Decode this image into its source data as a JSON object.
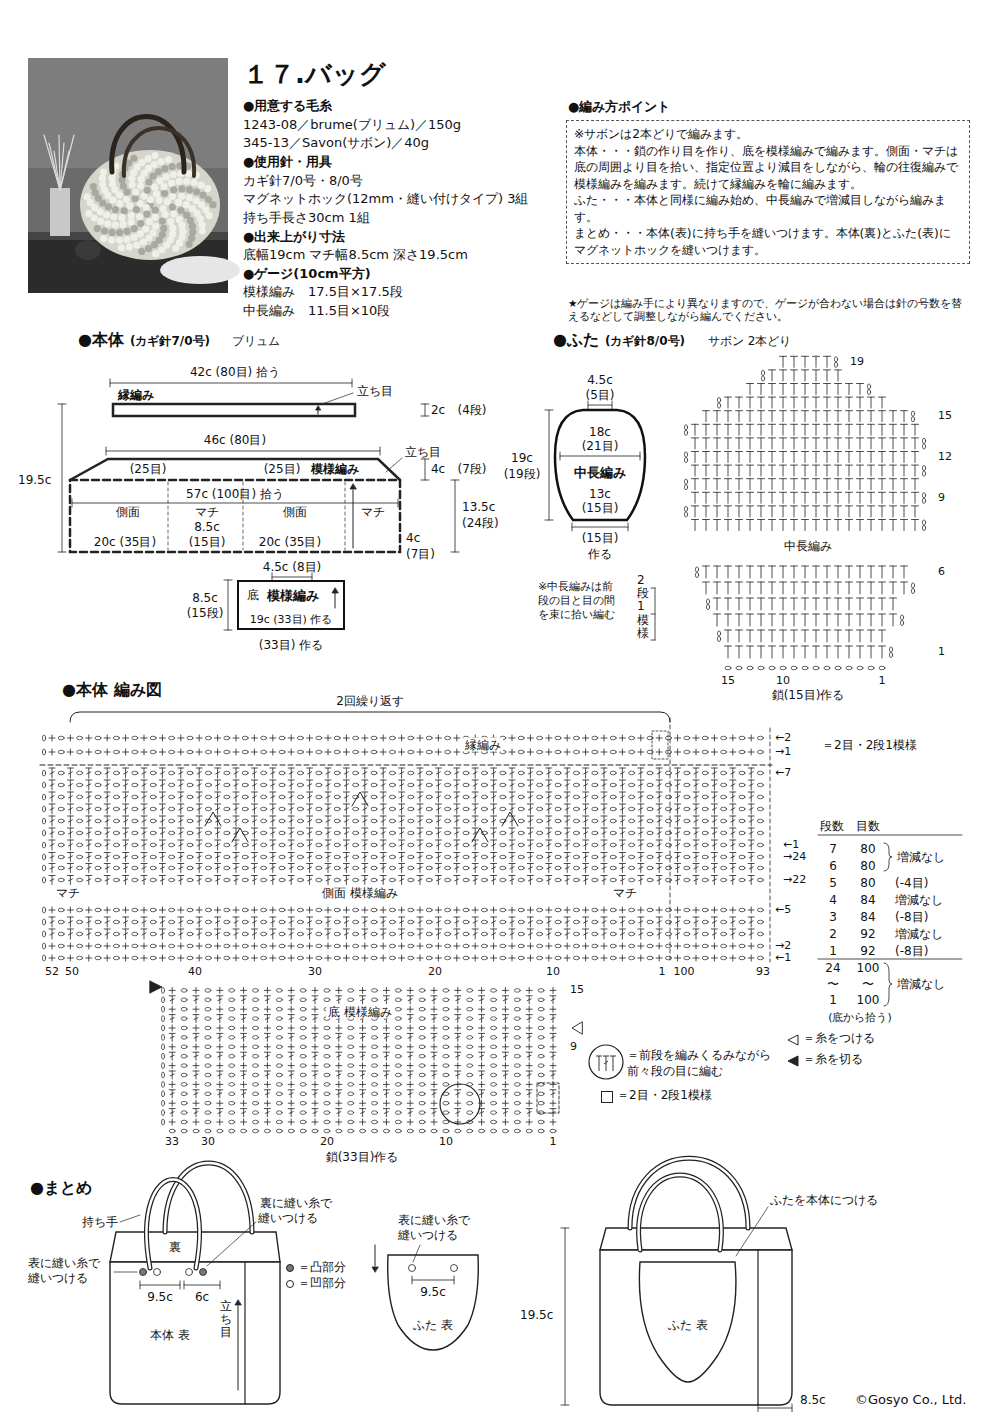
{
  "diagram": {
    "title": "１７.バッグ",
    "nodes": [
      {
        "text": [
          "●編み方ポイント",
          "※サボンは2本どりで編みます。",
          "本体・・・鎖の作り目を作り、底を模様編みで編みます。側面・マチは底の周囲より目を拾い、指定位置より減目をしながら、輪の往復編みで模様編みを編みます。続けて縁編みを輪に編みます。",
          "ふた・・・本体と同様に編み始め、中長編みで増減目しながら編みます。",
          "まとめ・・・本体(表)に持ち手を縫いつけます。本体(裏)とふた(表)にマグネットホックを縫いつけます。"
        ]
      },
      {
        "text": [
          "底",
          "模様編み"
        ]
      },
      {
        "text": [
          "中長編み"
        ]
      }
    ],
    "labels": [
      "●用意する毛糸",
      "1243-08／brume(ブリュム)／150g",
      "345-13／Savon(サボン)／40g",
      "●使用針・用具",
      "カギ針7/0号・8/0号",
      "マグネットホック(12mm・縫い付けタイプ) 3組",
      "持ち手長さ30cm 1組",
      "●出来上がり寸法",
      "底幅19cm マチ幅8.5cm 深さ19.5cm",
      "●ゲージ(10cm平方)",
      "模様編み　17.5目×17.5段",
      "中長編み　11.5目×10段",
      "★ゲージは編み手により異なりますので、ゲージが合わない場合は針の号数を替えるなどして調整しながら編んでください。",
      "●本体",
      "(カギ針7/0号)",
      "ブリュム",
      "42c (80目) 拾う",
      "縁編み",
      "立ち目",
      "2c",
      "(4段)",
      "46c (80目)",
      "立ち目",
      "(25目)",
      "(25目)",
      "模様編み",
      "4c",
      "(7段)",
      "19.5c",
      "57c (100目) 拾う",
      "13.5c",
      "(24段)",
      "側面",
      "マチ",
      "側面",
      "マチ",
      "8.5c",
      "(15目)",
      "20c (35目)",
      "20c (35目)",
      "4c",
      "(7目)",
      "4.5c (8目)",
      "8.5c",
      "(15段)",
      "19c (33目) 作る",
      "(33目) 作る",
      "●ふた",
      "(カギ針8/0号)",
      "サボン 2本どり",
      "4.5c",
      "(5目)",
      "19c",
      "(19段)",
      "18c",
      "(21目)",
      "13c",
      "(15目)",
      "(15目)",
      "作る",
      "※中長編みは前段の目と目の間を束に拾い編む",
      "2段1模様",
      "19",
      "15",
      "12",
      "9",
      "6",
      "1",
      "中長編み",
      "15",
      "10",
      "1",
      "鎖(15目)作る",
      "●本体 編み図",
      "2回繰り返す",
      "縁編み",
      "←2",
      "→1",
      "＝2目・2段1模様",
      "←7",
      "←1",
      "→24",
      "→22",
      "マチ",
      "側面 模様編み",
      "マチ",
      "←5",
      "→2",
      "←1",
      "52",
      "50",
      "40",
      "30",
      "20",
      "10",
      "1",
      "100",
      "93",
      "15",
      "底 模様編み",
      "9",
      "33",
      "30",
      "20",
      "10",
      "1",
      "鎖(33目)作る",
      "段数",
      "目数",
      "7",
      "80",
      "6",
      "80",
      "増減なし",
      "5",
      "80",
      "(-4目)",
      "4",
      "84",
      "増減なし",
      "3",
      "84",
      "(-8目)",
      "2",
      "92",
      "増減なし",
      "1",
      "92",
      "(-8目)",
      "24",
      "100",
      "〜",
      "〜",
      "増減なし",
      "1",
      "100",
      "(底から拾う)",
      "●まとめ",
      "持ち手",
      "裏に縫い糸で縫いつける",
      "裏",
      "表に縫い糸で縫いつける",
      "9.5c",
      "6c",
      "本体 表",
      "立ち目",
      "表に縫い糸で縫いつける",
      "9.5c",
      "ふた 表",
      "ふたを本体につける",
      "19.5c",
      "ふた 表",
      "8.5c",
      "©Gosyo Co., Ltd."
    ],
    "legend": [
      {
        "text": "＝糸をつける"
      },
      {
        "text": "＝糸を切る"
      },
      {
        "text": "＝前段を編みくるみながら前々段の目に編む"
      },
      {
        "text": "＝2目・2段1模様"
      },
      {
        "text": "＝凸部分",
        "color": "#777777"
      },
      {
        "text": "＝凹部分",
        "color": "#ffffff"
      }
    ]
  }
}
